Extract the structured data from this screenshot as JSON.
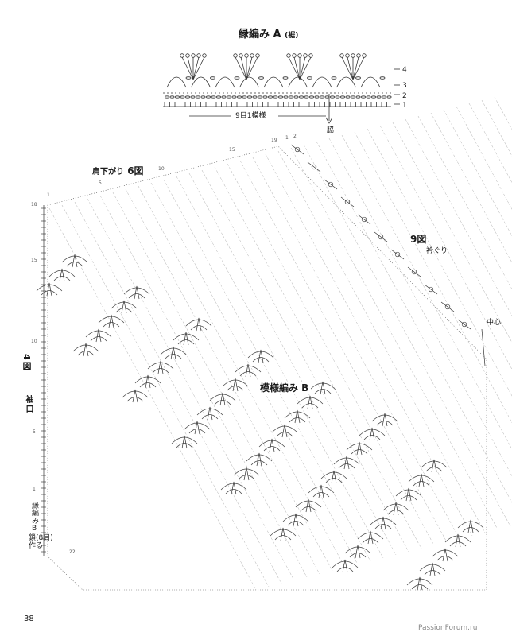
{
  "edge_a": {
    "title": "縁編み A",
    "subtitle": "(裾)",
    "repeat_label": "9目1模様",
    "side_label": "脇",
    "row_numbers": [
      "4",
      "3",
      "2",
      "1"
    ]
  },
  "body": {
    "shoulder_label": "肩下がり",
    "shoulder_fig": "6図",
    "neck_fig": "9図",
    "neck_label": "衿ぐり",
    "center_label": "中心",
    "pattern_label": "模様編み B",
    "cuff_fig": "4図",
    "cuff_label": "袖口",
    "edge_b_label": "縁編み B",
    "chain_label": "鎖(8目)作る",
    "top_row_numbers": [
      "1",
      "5",
      "10",
      "15",
      "19",
      "1",
      "2"
    ],
    "left_row_numbers": [
      "18",
      "15",
      "10",
      "5",
      "1"
    ],
    "bottom_number": "22"
  },
  "page": {
    "number": "38",
    "watermark": "PassionForum.ru"
  }
}
